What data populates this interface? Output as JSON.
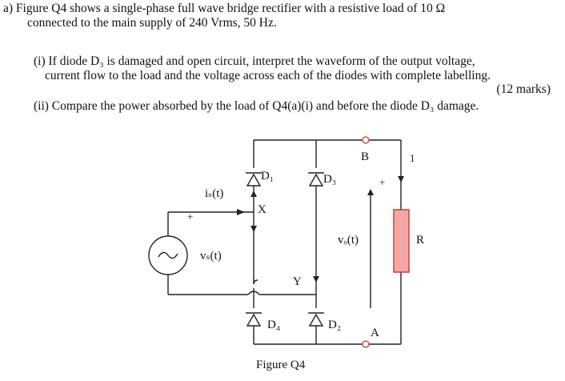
{
  "question": {
    "line1": "a)  Figure Q4 shows a single-phase full wave bridge rectifier with a resistive load of 10 Ω",
    "line2": "connected to the main supply of 240 Vrms, 50 Hz.",
    "part1_line1": "(i)  If diode D₃ is damaged and open circuit, interpret the waveform of the output voltage,",
    "part1_line2": "current flow to the load and the voltage across each of the diodes with complete labelling.",
    "part1_marks": "(12 marks)",
    "part2": "(ii) Compare the power absorbed by the load of Q4(a)(i) and before the diode D₃ damage."
  },
  "figure": {
    "caption": "Figure Q4",
    "labels": {
      "d1": "D₁",
      "d2": "D₂",
      "d3": "D₃",
      "d4": "D₄",
      "is": "iₛ(t)",
      "vs": "vₛ(t)",
      "vo": "vₒ(t)",
      "node_x": "X",
      "node_y": "Y",
      "node_a": "A",
      "node_b": "B",
      "resistor": "R",
      "plus_src": "+",
      "plus_out": "+",
      "one": "1"
    },
    "colors": {
      "resistor_fill": "#f4a6a6",
      "resistor_stroke": "#c0392b",
      "terminal": "#d9534f"
    }
  }
}
